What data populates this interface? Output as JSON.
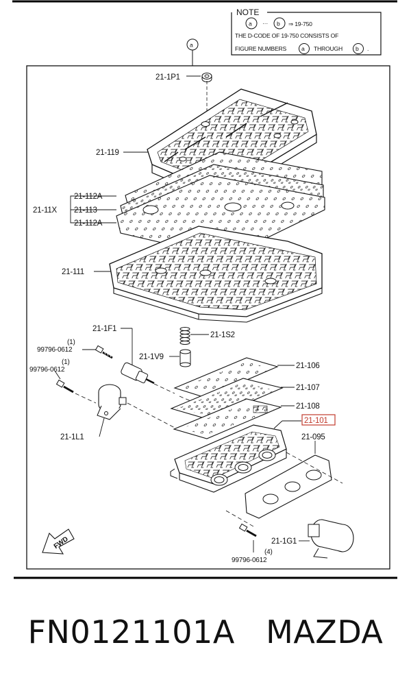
{
  "note": {
    "title": "NOTE",
    "sym_a": "a",
    "sym_b": "b",
    "ellipsis": "···",
    "arrow_code": "⇒ 19-750",
    "line2": "THE D-CODE OF  19-750  CONSISTS OF",
    "line3a": "FIGURE NUMBERS",
    "line3b": "THROUGH",
    "period": "."
  },
  "marker_a": "a",
  "labels": {
    "p21_1P1": "21-1P1",
    "p21_119": "21-119",
    "p21_112A_top": "21-112A",
    "p21_11X": "21-11X",
    "p21_113": "21-113",
    "p21_112A_bot": "21-112A",
    "p21_111": "21-111",
    "p21_1S2": "21-1S2",
    "p21_1F1": "21-1F1",
    "p21_1V9": "21-1V9",
    "p21_106": "21-106",
    "p21_107": "21-107",
    "p21_108": "21-108",
    "p21_101": "21-101",
    "p21_095": "21-095",
    "p21_1L1": "21-1L1",
    "p21_1G1": "21-1G1",
    "bolt1_qty": "(1)",
    "bolt1_code": "99796-0612",
    "bolt2_qty": "(1)",
    "bolt2_code": "99796-0612",
    "bolt3_qty": "(4)",
    "bolt3_code": "99796-0612",
    "fwd": "FWD"
  },
  "highlight_color": "#c0392b",
  "caption": "FN0121101A   MAZDA"
}
